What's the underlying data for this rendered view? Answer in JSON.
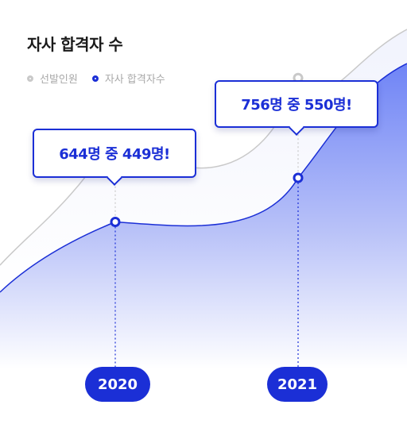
{
  "header": {
    "title": "자사 합격자 수"
  },
  "legend": {
    "items": [
      {
        "label": "선발인원",
        "color": "#c9c9c9"
      },
      {
        "label": "자사 합격자수",
        "color": "#1b2fd6"
      }
    ]
  },
  "chart_data": {
    "type": "area",
    "title": "자사 합격자 수",
    "x": [
      "2020",
      "2021"
    ],
    "series": [
      {
        "name": "선발인원",
        "values": [
          644,
          756
        ],
        "color": "#c9c9c9"
      },
      {
        "name": "자사 합격자수",
        "values": [
          449,
          550
        ],
        "color": "#1b2fd6"
      }
    ],
    "annotations": [
      "644명 중 449명!",
      "756명 중 550명!"
    ]
  }
}
